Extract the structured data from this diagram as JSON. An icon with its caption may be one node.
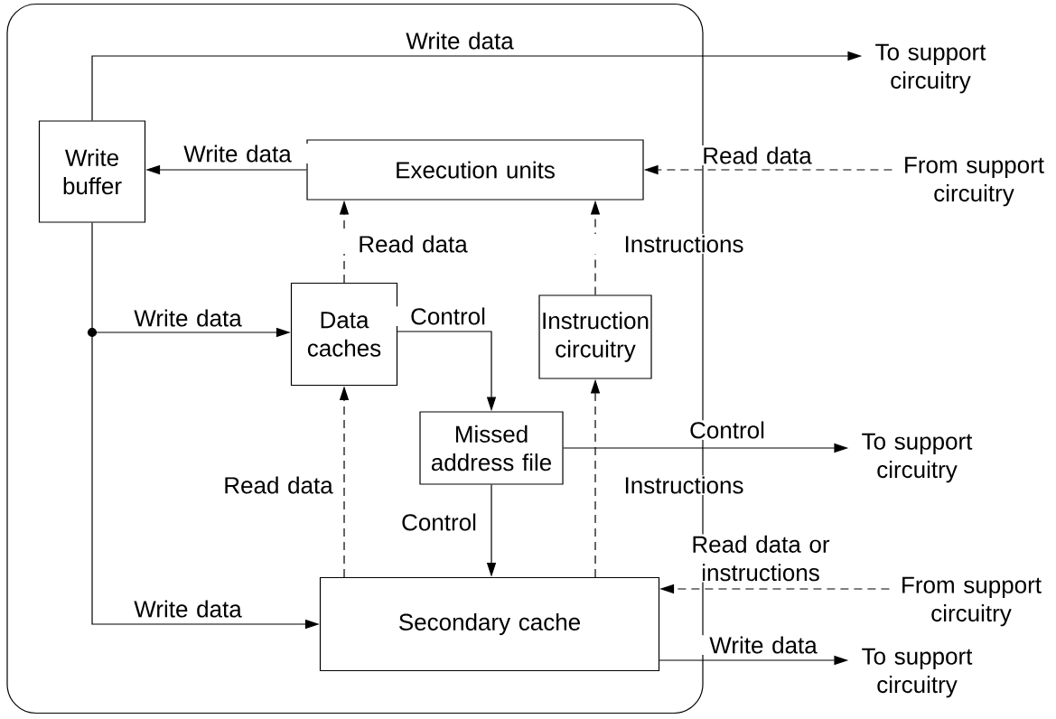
{
  "diagram": {
    "nodes": [
      {
        "text": [],
        "shape": "box"
      },
      {
        "text": [
          "Write buffer"
        ],
        "in": 0
      },
      {
        "text": [
          "Execution units"
        ],
        "in": 0
      },
      {
        "text": [
          "Data caches"
        ],
        "in": 0
      },
      {
        "text": [
          "Instruction circuitry"
        ],
        "in": 0
      },
      {
        "text": [
          "Missed address file"
        ],
        "in": 0
      },
      {
        "text": [
          "Secondary cache"
        ],
        "in": 0
      },
      {
        "text": [],
        "shape": "circle",
        "in": 0
      },
      {
        "text": [
          "To support circuitry"
        ]
      },
      {
        "text": [
          "From support circuitry"
        ]
      },
      {
        "text": [
          "To support circuitry"
        ]
      },
      {
        "text": [
          "From support circuitry"
        ]
      },
      {
        "text": [
          "To support circuitry"
        ]
      }
    ],
    "edges": [
      {
        "from": 1,
        "to": 8,
        "arrow": "to",
        "label": "Write data"
      },
      {
        "from": 2,
        "to": 1,
        "arrow": "to",
        "label": "Write data"
      },
      {
        "from": 9,
        "to": 2,
        "arrow": "to",
        "label": "Read data",
        "style": "dashed"
      },
      {
        "from": 3,
        "to": 2,
        "arrow": "to",
        "label": "Read data",
        "style": "dashed"
      },
      {
        "from": 4,
        "to": 2,
        "arrow": "to",
        "label": "Instructions",
        "style": "dashed"
      },
      {
        "from": 1,
        "to": 7,
        "arrow": "none"
      },
      {
        "from": 7,
        "to": 3,
        "arrow": "to",
        "label": "Write data"
      },
      {
        "from": 7,
        "to": 6,
        "arrow": "to",
        "label": "Write data"
      },
      {
        "from": 3,
        "to": 5,
        "arrow": "to",
        "label": "Control"
      },
      {
        "from": 5,
        "to": 10,
        "arrow": "to",
        "label": "Control"
      },
      {
        "from": 5,
        "to": 6,
        "arrow": "to",
        "label": "Control"
      },
      {
        "from": 6,
        "to": 3,
        "arrow": "to",
        "label": "Read data",
        "style": "dashed"
      },
      {
        "from": 6,
        "to": 4,
        "arrow": "to",
        "label": "Instructions",
        "style": "dashed"
      },
      {
        "from": 11,
        "to": 6,
        "arrow": "to",
        "label": "Read data or instructions",
        "style": "dashed"
      },
      {
        "from": 6,
        "to": 12,
        "arrow": "to",
        "label": "Write data"
      }
    ]
  }
}
